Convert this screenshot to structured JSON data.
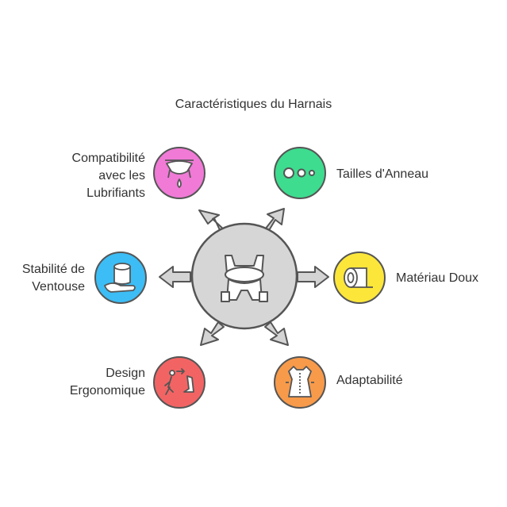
{
  "title": "Caractéristiques du Harnais",
  "center": {
    "icon": "harness-icon",
    "color": "#d4d4d4"
  },
  "features": [
    {
      "id": "lubricants",
      "label": "Compatibilité avec les Lubrifiants",
      "lines": [
        "Compatibilité",
        "avec les",
        "Lubrifiants"
      ],
      "icon": "lubricant-drip-icon",
      "color": "#f07ad6"
    },
    {
      "id": "ring-sizes",
      "label": "Tailles d'Anneau",
      "lines": [
        "Tailles d'Anneau"
      ],
      "icon": "ring-sizes-icon",
      "color": "#3ddc8f"
    },
    {
      "id": "suction",
      "label": "Stabilité de Ventouse",
      "lines": [
        "Stabilité de",
        "Ventouse"
      ],
      "icon": "suction-cup-hand-icon",
      "color": "#3cbdf5"
    },
    {
      "id": "soft-material",
      "label": "Matériau Doux",
      "lines": [
        "Matériau Doux"
      ],
      "icon": "fabric-roll-icon",
      "color": "#fce63a"
    },
    {
      "id": "ergonomic",
      "label": "Design Ergonomique",
      "lines": [
        "Design",
        "Ergonomique"
      ],
      "icon": "ergonomic-seat-icon",
      "color": "#f26464"
    },
    {
      "id": "adaptability",
      "label": "Adaptabilité",
      "lines": [
        "Adaptabilité"
      ],
      "icon": "adjustable-garment-icon",
      "color": "#f79a4a"
    }
  ]
}
